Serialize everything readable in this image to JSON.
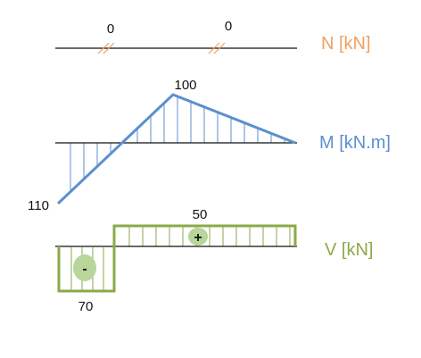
{
  "colors": {
    "axial": "#F0A060",
    "moment": "#5B8FD0",
    "shear": "#8AAA48",
    "sign_fill": "#B8D59A",
    "baseline": "#111111"
  },
  "axial": {
    "label": "N [kN]",
    "values": [
      "0",
      "0"
    ]
  },
  "moment": {
    "label": "M [kN.m]",
    "values": [
      -110,
      100,
      0
    ],
    "labels": [
      "110",
      "100"
    ]
  },
  "shear": {
    "label": "V [kN]",
    "values": [
      -70,
      50
    ],
    "labels": [
      "70",
      "50"
    ],
    "signs": [
      "-",
      "+"
    ]
  }
}
